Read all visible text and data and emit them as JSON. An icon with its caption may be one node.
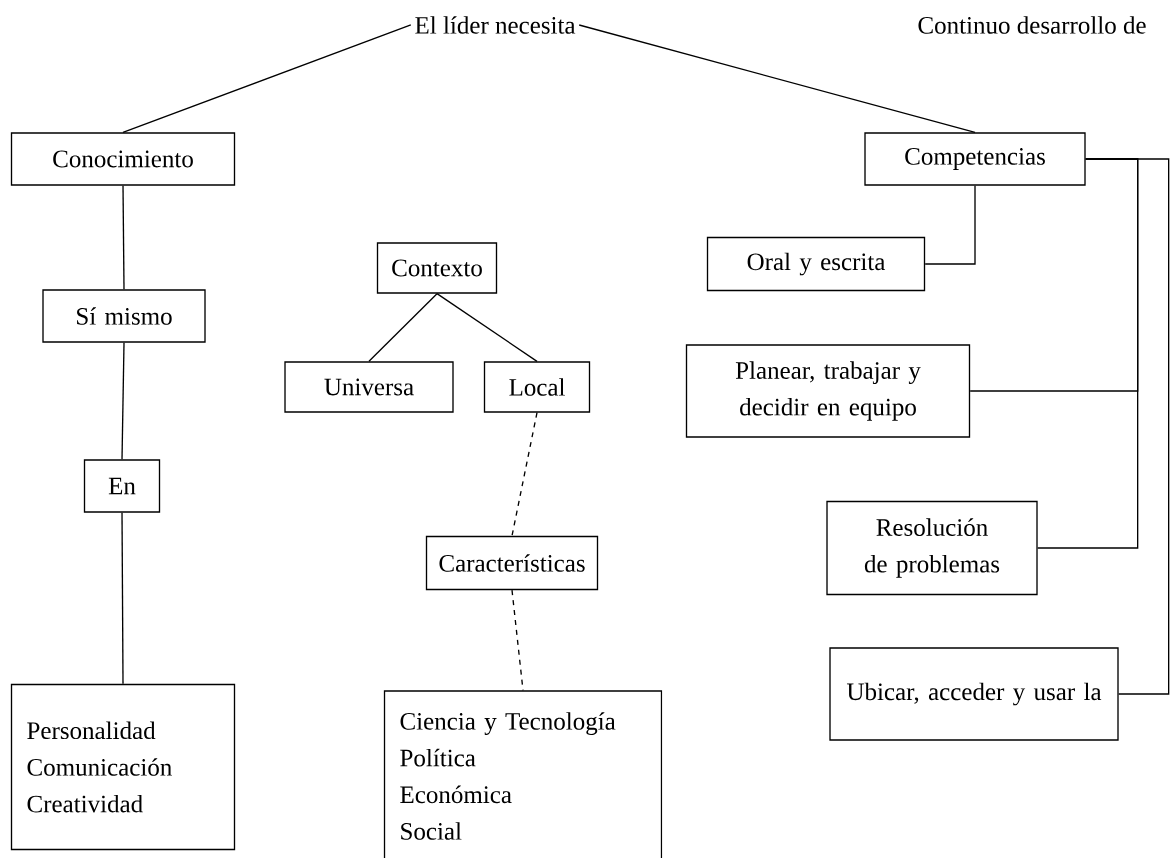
{
  "diagram": {
    "nodes": [
      {
        "text": [
          "El líder necesita"
        ]
      },
      {
        "text": [
          "Conocimiento"
        ]
      },
      {
        "text": [
          "Competencias"
        ]
      },
      {
        "text": [
          "Sí mismo"
        ]
      },
      {
        "text": [
          "Contexto"
        ]
      },
      {
        "text": [
          "Oral y escrita"
        ]
      },
      {
        "text": [
          "Universa"
        ]
      },
      {
        "text": [
          "Local"
        ]
      },
      {
        "text": [
          "Planear, trabajar y decidir en equipo"
        ]
      },
      {
        "text": [
          "En"
        ]
      },
      {
        "text": [
          "Características"
        ]
      },
      {
        "text": [
          "Resolución de problemas"
        ]
      },
      {
        "text": [
          "Ubicar, acceder y usar la"
        ]
      },
      {
        "text": [
          "Personalidad",
          "Comunicación",
          "Creatividad"
        ]
      },
      {
        "text": [
          "Ciencia y Tecnología",
          "Política",
          "Económica",
          "Social"
        ]
      }
    ],
    "edges": [
      {
        "from": 0,
        "to": 1,
        "arrow": "none"
      },
      {
        "from": 0,
        "to": 2,
        "arrow": "none"
      },
      {
        "from": 1,
        "to": 3,
        "arrow": "none"
      },
      {
        "from": 3,
        "to": 9,
        "arrow": "none"
      },
      {
        "from": 9,
        "to": 13,
        "arrow": "none"
      },
      {
        "from": 4,
        "to": 6,
        "arrow": "none"
      },
      {
        "from": 4,
        "to": 7,
        "arrow": "none"
      },
      {
        "from": 7,
        "to": 10,
        "arrow": "none",
        "style": "dashed"
      },
      {
        "from": 10,
        "to": 14,
        "arrow": "none",
        "style": "dashed"
      },
      {
        "from": 2,
        "to": 5,
        "arrow": "none"
      },
      {
        "from": 2,
        "to": 8,
        "arrow": "none"
      },
      {
        "from": 2,
        "to": 11,
        "arrow": "none"
      },
      {
        "from": 2,
        "to": 12,
        "arrow": "none"
      }
    ],
    "labels": [
      "Continuo desarrollo de"
    ]
  }
}
